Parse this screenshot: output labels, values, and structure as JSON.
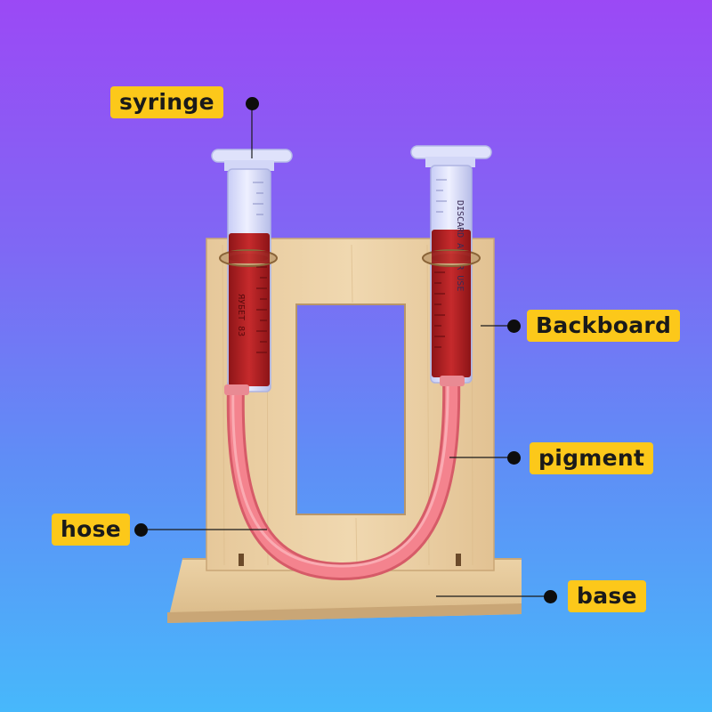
{
  "labels": {
    "syringe": "syringe",
    "backboard": "Backboard",
    "pigment": "pigment",
    "hose": "hose",
    "base": "base"
  },
  "syringe_markings": {
    "left": "ЯУБЕТ 83",
    "right": "DISCARD AFTER USE"
  },
  "colors": {
    "background_top": "#9b49f5",
    "background_bottom": "#47b8fb",
    "label_fill": "#fcc81a",
    "wood": "#ecd2a6",
    "pigment": "#b82024",
    "hose": "#f0707c"
  }
}
